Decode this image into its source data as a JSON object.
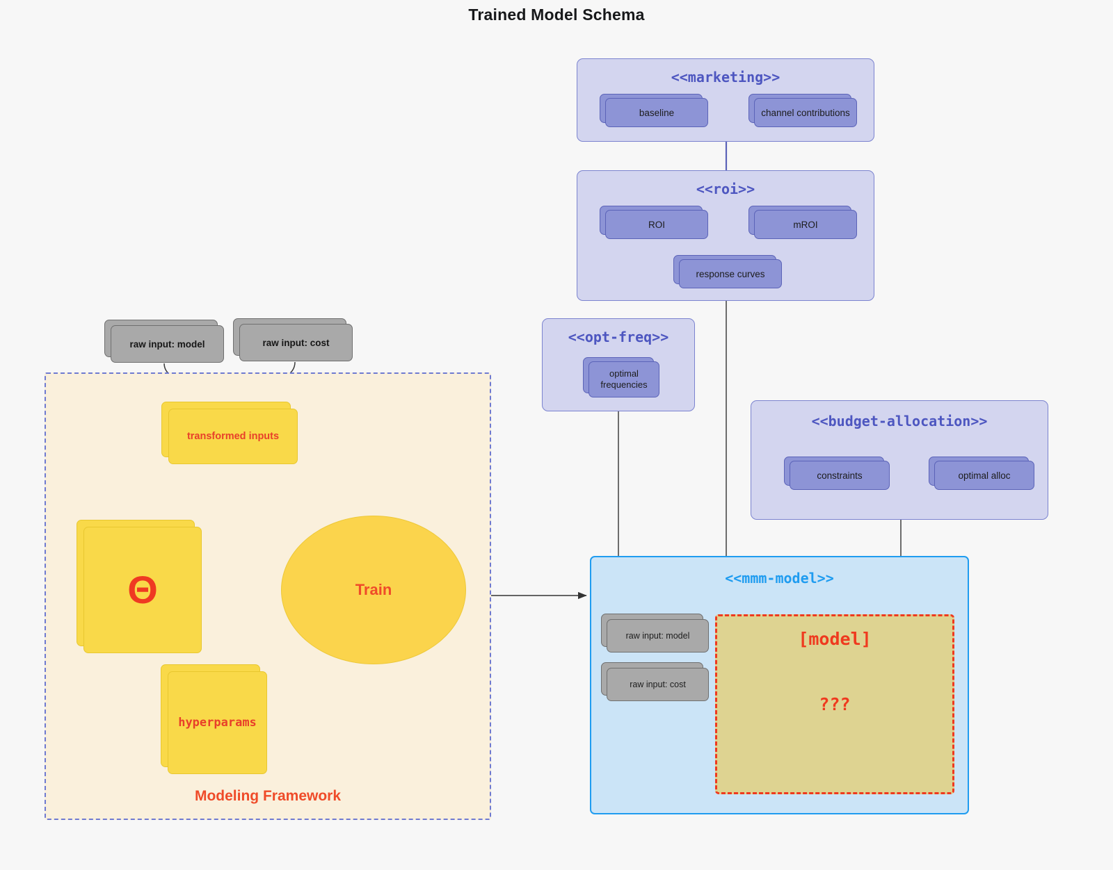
{
  "title": "Trained Model Schema",
  "colors": {
    "background": "#f7f7f7",
    "group_purple_fill": "#d3d5ef",
    "group_purple_border": "#7b83cf",
    "group_purple_title": "#4d56c0",
    "node_purple_fill": "#8d94d6",
    "node_purple_border": "#5b63b8",
    "node_gray_fill": "#a9a9a9",
    "node_gray_border": "#6f6f6f",
    "node_yellow_fill": "#f9d949",
    "node_yellow_border": "#e8c72f",
    "framework_fill": "#faf0dc",
    "framework_border": "#6f7ad0",
    "accent_red": "#ef4b29",
    "mmm_fill": "#cbe4f7",
    "mmm_border": "#1f9cf0",
    "model_box_fill": "#ded391",
    "model_box_border": "#ef3a1f",
    "edge_gray": "#4a4a4a",
    "edge_purple": "#5b63b8"
  },
  "groups": {
    "marketing": {
      "title": "<<marketing>>",
      "nodes": [
        {
          "label": "baseline"
        },
        {
          "label": "channel contributions"
        }
      ]
    },
    "roi": {
      "title": "<<roi>>",
      "nodes": [
        {
          "label": "ROI"
        },
        {
          "label": "mROI"
        },
        {
          "label": "response curves"
        }
      ]
    },
    "opt_freq": {
      "title": "<<opt-freq>>",
      "nodes": [
        {
          "label": "optimal\nfrequencies",
          "line1": "optimal",
          "line2": "frequencies"
        }
      ]
    },
    "budget_allocation": {
      "title": "<<budget-allocation>>",
      "nodes": [
        {
          "label": "constraints"
        },
        {
          "label": "optimal alloc"
        }
      ]
    },
    "mmm_model": {
      "title": "<<mmm-model>>",
      "raw_inputs": [
        {
          "label": "raw input: model"
        },
        {
          "label": "raw input: cost"
        }
      ],
      "model_box": {
        "line1": "[model]",
        "line2": "???"
      }
    }
  },
  "framework": {
    "label": "Modeling Framework",
    "raw_inputs": [
      {
        "label": "raw input: model"
      },
      {
        "label": "raw input: cost"
      }
    ],
    "transformed_inputs": {
      "label": "transformed inputs"
    },
    "theta": {
      "label": "Θ"
    },
    "hyperparams": {
      "label": "hyperparams"
    },
    "train": {
      "label": "Train"
    }
  }
}
